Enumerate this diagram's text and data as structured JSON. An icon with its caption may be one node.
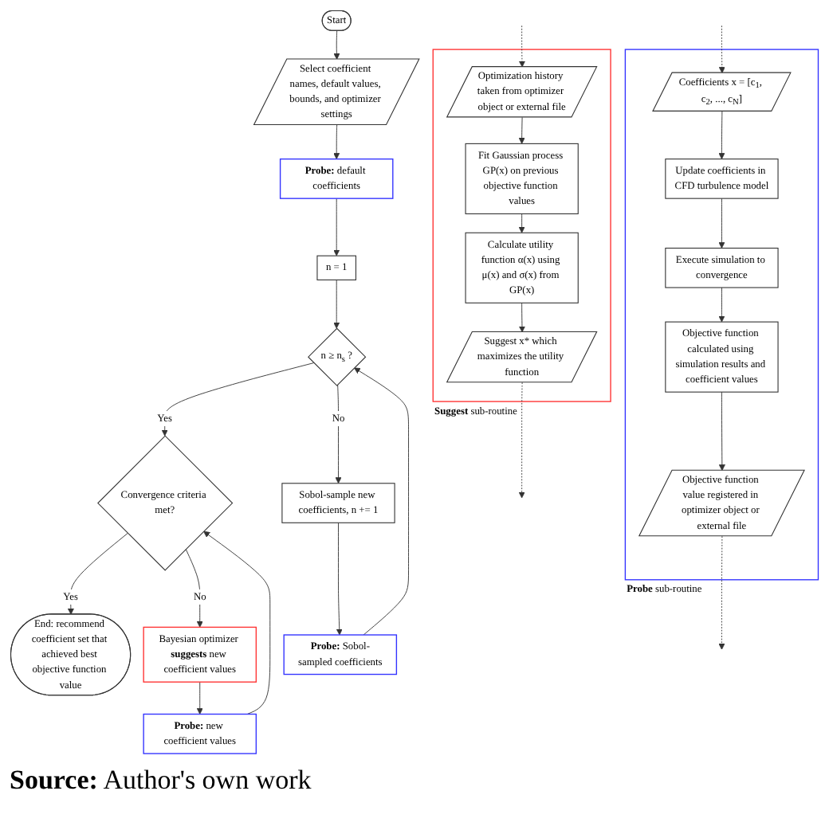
{
  "diagram": {
    "caption": "**Source:** Author's own work",
    "nodes": [
      {
        "text": [
          "**Probe** sub-routine"
        ]
      },
      {
        "text": [
          "Coefficients x = [c$_{1}$, c$_{2}$, ..., c$_{N}$]"
        ],
        "in": 0
      },
      {
        "text": [
          "Update coefficients in CFD turbulence model"
        ],
        "in": 0
      },
      {
        "text": [
          "Execute simulation to convergence"
        ],
        "in": 0
      },
      {
        "text": [
          "Objective function calculated using simulation results and coefficient values"
        ],
        "in": 0
      },
      {
        "text": [
          "Objective function value registered in optimizer object or external file"
        ],
        "in": 0
      },
      {
        "text": [
          "Start"
        ]
      },
      {
        "text": [
          "Select coefficient names, default values, bounds, and optimizer settings"
        ]
      },
      {
        "text": [
          "**Probe:** default coefficients"
        ]
      },
      {
        "text": [
          "n = 1"
        ]
      },
      {
        "text": [
          "**Suggest** sub-routine"
        ]
      },
      {
        "text": [
          "Optimization history taken from optimizer object or external file"
        ],
        "in": 10
      },
      {
        "text": [
          "Fit Gaussian process GP(x) on previous objective function values"
        ],
        "in": 10
      },
      {
        "text": [
          "Calculate utility function α(x) using μ(x) and σ(x) from GP(x)"
        ],
        "in": 10
      },
      {
        "text": [
          "Suggest x* which maximizes the utility function"
        ],
        "in": 10
      },
      {
        "text": [
          "n ≥ n$_{s}$ ?"
        ]
      },
      {
        "text": [
          "Sobol-sample new coefficients, n += 1"
        ]
      },
      {
        "text": [
          "Convergence criteria met?"
        ]
      },
      {
        "text": [
          "**Probe:** Sobol-sampled coefficients"
        ]
      },
      {
        "text": [
          "Bayesian optimizer **suggests** new coefficient values"
        ]
      },
      {
        "text": [
          "End: recommend coefficient set that achieved best objective function value"
        ]
      },
      {
        "text": [
          "**Probe:** new coefficient values"
        ]
      }
    ],
    "edges": [
      {
        "from": null,
        "to": 1,
        "arrow": "to",
        "style": "dashed"
      },
      {
        "from": 1,
        "to": 2,
        "arrow": "to"
      },
      {
        "from": 2,
        "to": 3,
        "arrow": "to"
      },
      {
        "from": 3,
        "to": 4,
        "arrow": "to"
      },
      {
        "from": 4,
        "to": 5,
        "arrow": "to"
      },
      {
        "from": 5,
        "to": null,
        "arrow": "to",
        "style": "dashed"
      },
      {
        "from": 6,
        "to": 7,
        "arrow": "to"
      },
      {
        "from": 7,
        "to": 8,
        "arrow": "to"
      },
      {
        "from": 8,
        "to": 9,
        "arrow": "to"
      },
      {
        "from": 9,
        "to": 15,
        "arrow": "to"
      },
      {
        "from": null,
        "to": 11,
        "arrow": "to",
        "style": "dashed"
      },
      {
        "from": 11,
        "to": 12,
        "arrow": "to"
      },
      {
        "from": 12,
        "to": 13,
        "arrow": "to"
      },
      {
        "from": 13,
        "to": 14,
        "arrow": "to"
      },
      {
        "from": 14,
        "to": null,
        "arrow": "to",
        "style": "dashed"
      },
      {
        "from": 15,
        "to": 17,
        "arrow": "to",
        "label": "Yes"
      },
      {
        "from": 15,
        "to": 16,
        "arrow": "to",
        "label": "No"
      },
      {
        "from": 16,
        "to": 18,
        "arrow": "to"
      },
      {
        "from": 18,
        "to": 15,
        "arrow": "to"
      },
      {
        "from": 17,
        "to": 20,
        "arrow": "to",
        "label": "Yes"
      },
      {
        "from": 17,
        "to": 19,
        "arrow": "to",
        "label": "No"
      },
      {
        "from": 19,
        "to": 21,
        "arrow": "to"
      },
      {
        "from": 21,
        "to": 17,
        "arrow": "to"
      }
    ]
  }
}
